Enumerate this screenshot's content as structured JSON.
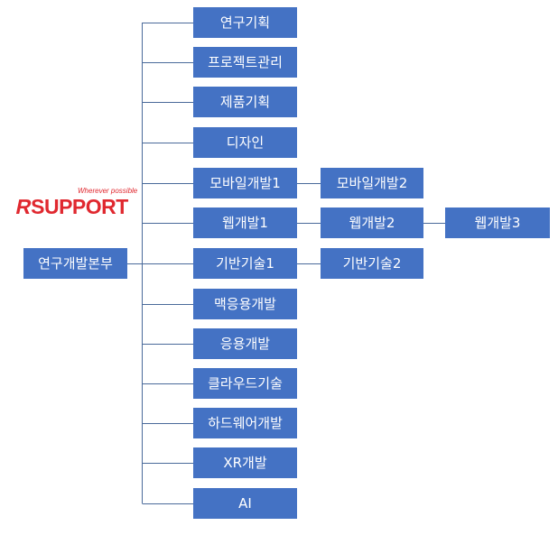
{
  "logo": {
    "tagline": "Wherever possible",
    "wordmark_first": "R",
    "wordmark_rest": "SUPPORT",
    "color": "#e0282f"
  },
  "colors": {
    "box": "#4472C4",
    "line": "#4a6a9a"
  },
  "root": {
    "label": "연구개발본부"
  },
  "departments": [
    {
      "label": "연구기획"
    },
    {
      "label": "프로젝트관리"
    },
    {
      "label": "제품기획"
    },
    {
      "label": "디자인"
    },
    {
      "label": "모바일개발1",
      "children": [
        "모바일개발2"
      ]
    },
    {
      "label": "웹개발1",
      "children": [
        "웹개발2",
        "웹개발3"
      ]
    },
    {
      "label": "기반기술1",
      "children": [
        "기반기술2"
      ]
    },
    {
      "label": "맥응용개발"
    },
    {
      "label": "응용개발"
    },
    {
      "label": "클라우드기술"
    },
    {
      "label": "하드웨어개발"
    },
    {
      "label": "XR개발"
    },
    {
      "label": "AI"
    }
  ]
}
